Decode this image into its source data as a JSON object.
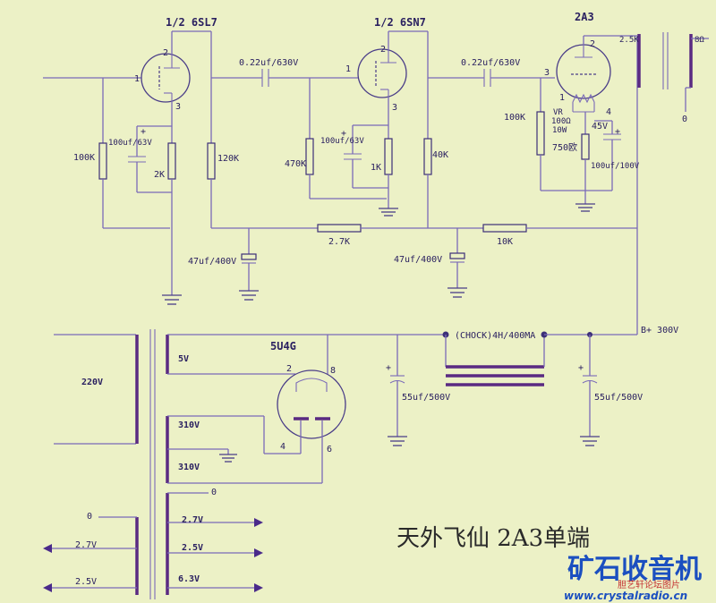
{
  "tubes": {
    "v1": "1/2 6SL7",
    "v2": "1/2 6SN7",
    "v3": "2A3",
    "rect": "5U4G"
  },
  "pins": {
    "v1_grid": "1",
    "v1_plate": "2",
    "v1_cathode": "3",
    "v2_grid": "1",
    "v2_plate": "2",
    "v2_cathode": "3",
    "v3_plate": "2",
    "v3_grid": "3",
    "v3_fil1": "1",
    "v3_fil4": "4",
    "rect_p2": "2",
    "rect_p8": "8",
    "rect_p4": "4",
    "rect_p6": "6"
  },
  "caps": {
    "c1": "0.22uf/630V",
    "c2": "0.22uf/630V",
    "c_k1": "100uf/63V",
    "c_k2": "100uf/63V",
    "c_k3": "100uf/100V",
    "c_dec1": "47uf/400V",
    "c_dec2": "47uf/400V",
    "c_f1": "55uf/500V",
    "c_f2": "55uf/500V",
    "plus": "+"
  },
  "resistors": {
    "r_g1": "100K",
    "r_k1": "2K",
    "r_p1": "120K",
    "r_g2": "470K",
    "r_k2": "1K",
    "r_p2": "40K",
    "r_drop1": "2.7K",
    "r_drop2": "10K",
    "r_g3": "100K",
    "r_vr": "VR",
    "r_vr_val": "100Ω",
    "r_vr_w": "10W",
    "r_k3": "750欧",
    "v_bias": "45V"
  },
  "output_transformer": {
    "primary": "2.5K",
    "secondary": "8Ω",
    "ground": "0"
  },
  "power": {
    "choke": "(CHOCK)4H/400MA",
    "bplus": "B+ 300V",
    "mains": "220V",
    "w_5v": "5V",
    "w_310a": "310V",
    "w_310b": "310V",
    "zero1": "0",
    "zero2": "0",
    "h_27a": "2.7V",
    "h_25a": "2.5V",
    "h_63": "6.3V",
    "h_27b": "2.7V",
    "h_25b": "2.5V"
  },
  "title": "天外飞仙 2A3单端",
  "watermark": {
    "brand": "矿石收音机",
    "sub": "胆艺轩论坛图片",
    "url": "www.crystalradio.cn"
  }
}
